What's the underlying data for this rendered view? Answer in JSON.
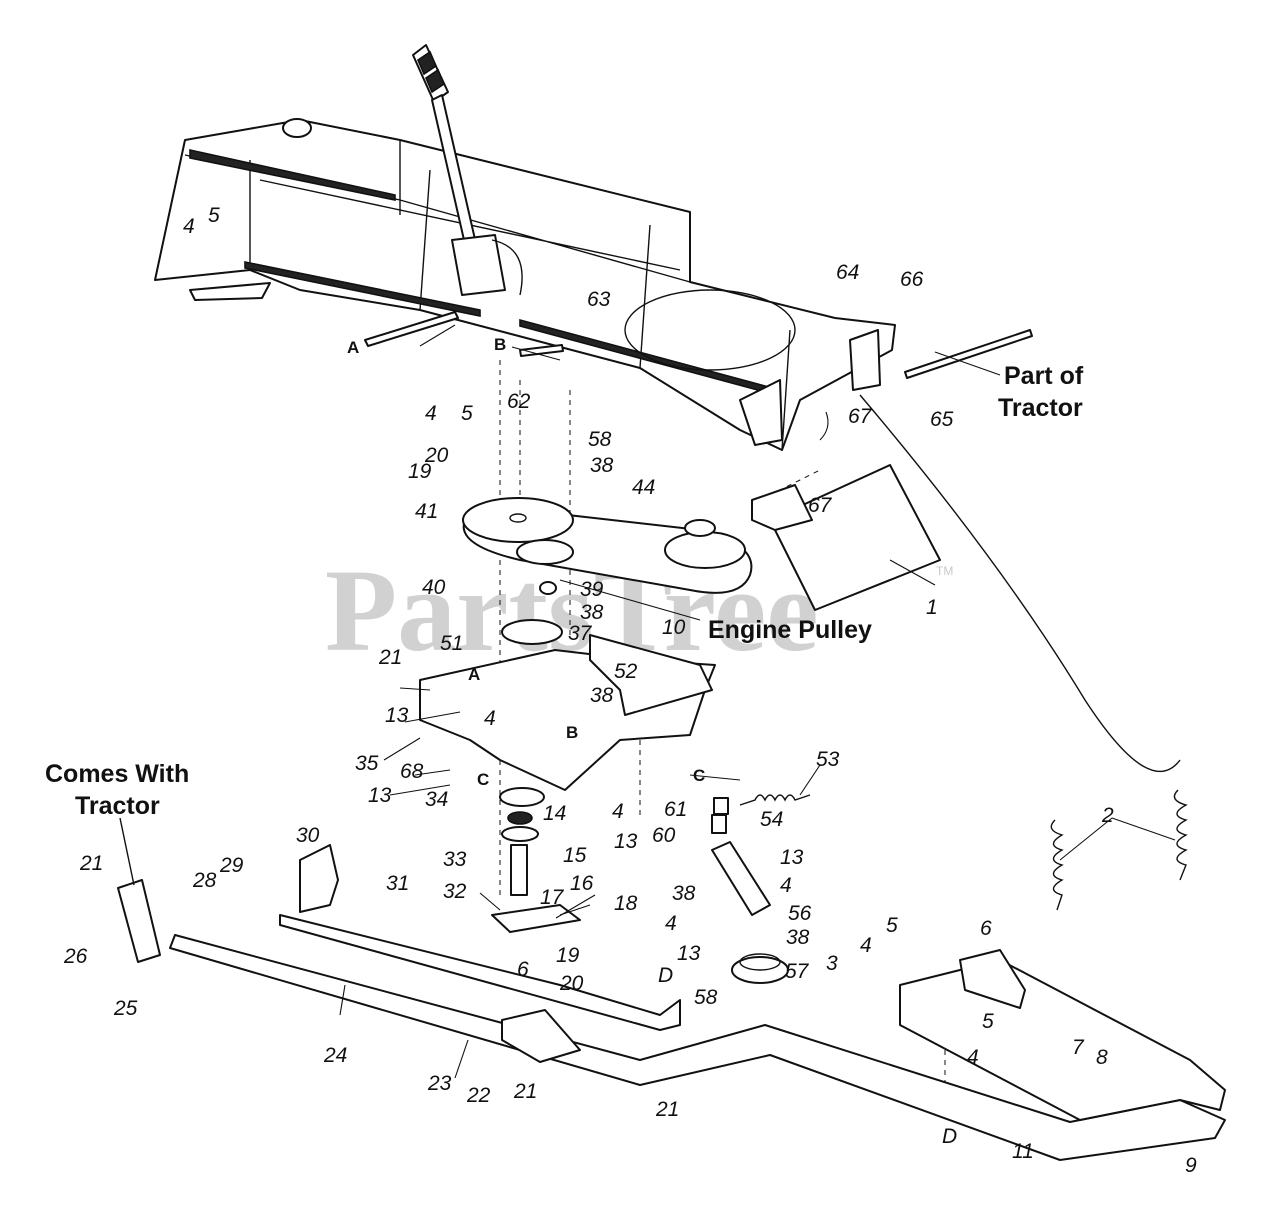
{
  "watermark": {
    "text": "PartsTree",
    "trademark": "TM"
  },
  "labels": {
    "part_of_tractor_line1": "Part of",
    "part_of_tractor_line2": "Tractor",
    "engine_pulley": "Engine Pulley",
    "comes_with_tractor_line1": "Comes With",
    "comes_with_tractor_line2": "Tractor"
  },
  "reference_letters": {
    "A": "A",
    "B": "B",
    "C": "C",
    "D": "D"
  },
  "part_numbers": {
    "p1": "1",
    "p2": "2",
    "p3": "3",
    "p4": "4",
    "p5": "5",
    "p6": "6",
    "p7": "7",
    "p8": "8",
    "p9": "9",
    "p10": "10",
    "p11": "11",
    "p13": "13",
    "p14": "14",
    "p15": "15",
    "p16": "16",
    "p17": "17",
    "p18": "18",
    "p19": "19",
    "p20": "20",
    "p21": "21",
    "p22": "22",
    "p23": "23",
    "p24": "24",
    "p25": "25",
    "p26": "26",
    "p28": "28",
    "p29": "29",
    "p30": "30",
    "p31": "31",
    "p32": "32",
    "p33": "33",
    "p34": "34",
    "p35": "35",
    "p37": "37",
    "p38": "38",
    "p39": "39",
    "p40": "40",
    "p41": "41",
    "p44": "44",
    "p51": "51",
    "p52": "52",
    "p53": "53",
    "p54": "54",
    "p56": "56",
    "p57": "57",
    "p58": "58",
    "p60": "60",
    "p61": "61",
    "p62": "62",
    "p63": "63",
    "p64": "64",
    "p65": "65",
    "p66": "66",
    "p67": "67",
    "p68": "68"
  },
  "icons": [
    "arrow-icon",
    "spring-icon",
    "pulley-icon",
    "belt-icon"
  ]
}
